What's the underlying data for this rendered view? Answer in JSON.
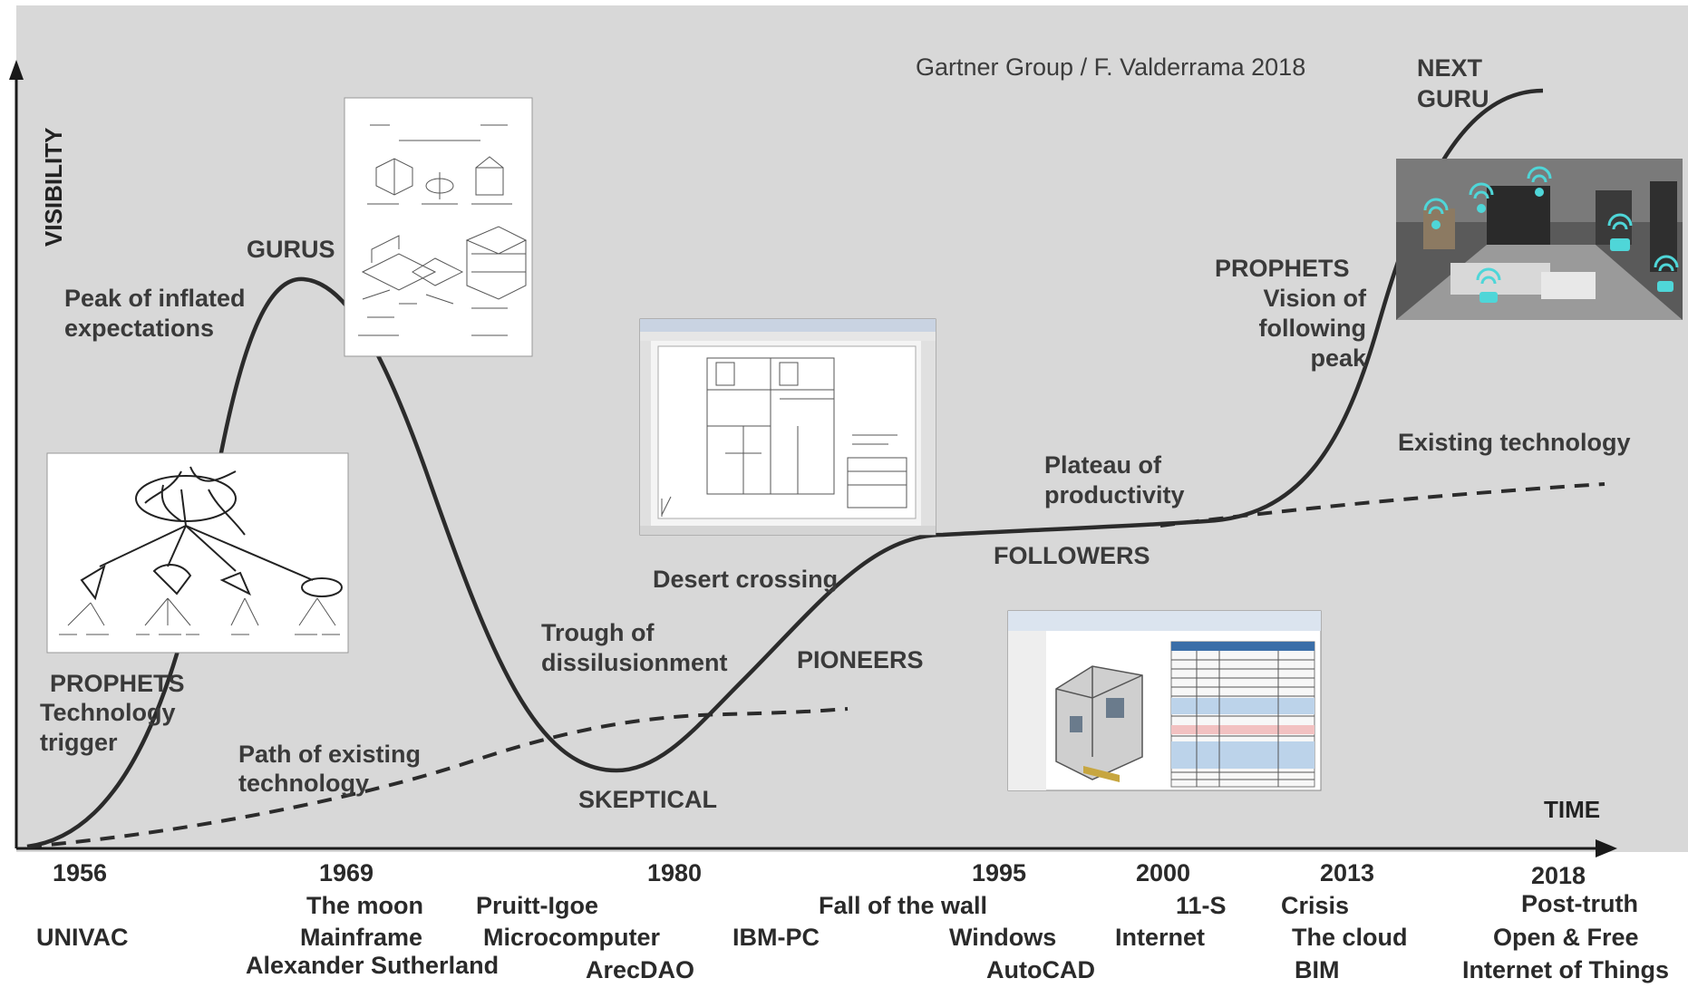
{
  "credit": "Gartner Group / F. Valderrama 2018",
  "axes": {
    "y_label": "VISIBILITY",
    "x_label": "TIME"
  },
  "curve_labels": {
    "next_guru_1": "NEXT",
    "next_guru_2": "GURU",
    "gurus": "GURUS",
    "peak_1": "Peak of inflated",
    "peak_2": "expectations",
    "prophets_left": "PROPHETS",
    "trigger_1": "Technology",
    "trigger_2": "trigger",
    "path_1": "Path of existing",
    "path_2": "technology",
    "trough_1": "Trough of",
    "trough_2": "dissilusionment",
    "skeptical": "SKEPTICAL",
    "desert": "Desert crossing",
    "pioneers": "PIONEERS",
    "followers": "FOLLOWERS",
    "plateau_1": "Plateau of",
    "plateau_2": "productivity",
    "prophets_right": "PROPHETS",
    "vision_1": "Vision of",
    "vision_2": "following",
    "vision_3": "peak",
    "existing": "Existing technology"
  },
  "timeline": [
    {
      "year": "1956",
      "events": [
        "UNIVAC"
      ]
    },
    {
      "year": "1969",
      "events": [
        "The moon",
        "Mainframe",
        "Alexander Sutherland"
      ]
    },
    {
      "year": "",
      "events": [
        "Pruitt-Igoe",
        "Microcomputer"
      ]
    },
    {
      "year": "1980",
      "events": [
        "ArecDAO"
      ]
    },
    {
      "year": "",
      "events": [
        "IBM-PC"
      ]
    },
    {
      "year": "",
      "events": [
        "Fall of the wall"
      ]
    },
    {
      "year": "1995",
      "events": [
        "Windows",
        "AutoCAD"
      ]
    },
    {
      "year": "2000",
      "events": [
        "11-S",
        "Internet"
      ]
    },
    {
      "year": "2013",
      "events": [
        "Crisis",
        "The cloud",
        "BIM"
      ]
    },
    {
      "year": "2018",
      "events": [
        "Post-truth",
        "Open & Free",
        "Internet of Things"
      ]
    }
  ],
  "colors": {
    "background": "#d8d8d8",
    "curve": "#2b2b2b",
    "text": "#3a3a3a"
  }
}
